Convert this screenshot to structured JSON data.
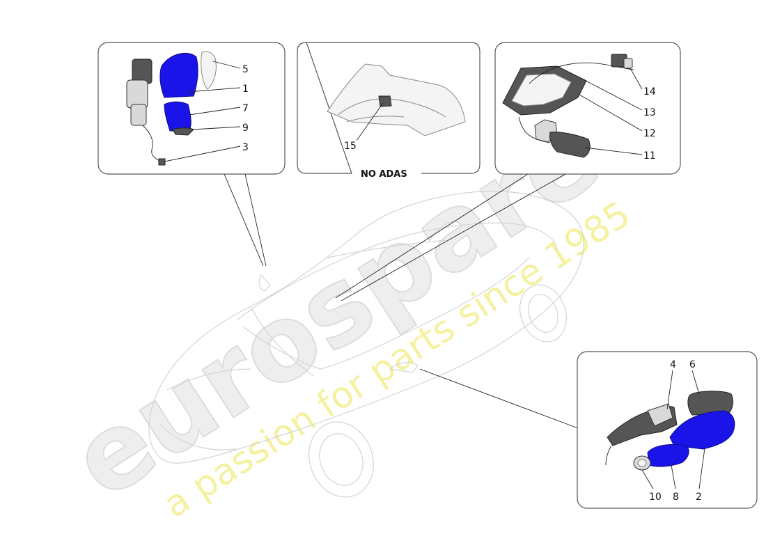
{
  "watermark": {
    "brand": "eurospares",
    "tagline": "a passion for parts since 1985"
  },
  "colors": {
    "highlight_part": "#1a14e8",
    "watermark_tagline": "#f4f1a0"
  },
  "panels": [
    {
      "id": "exterior-mirror-left",
      "callouts": [
        "5",
        "1",
        "7",
        "9",
        "3"
      ]
    },
    {
      "id": "camera-bracket",
      "caption": "NO ADAS",
      "callouts": [
        "15"
      ]
    },
    {
      "id": "interior-mirror",
      "callouts": [
        "14",
        "13",
        "12",
        "11"
      ]
    },
    {
      "id": "exterior-mirror-right",
      "callouts": [
        "4",
        "6",
        "10",
        "8",
        "2"
      ]
    }
  ]
}
